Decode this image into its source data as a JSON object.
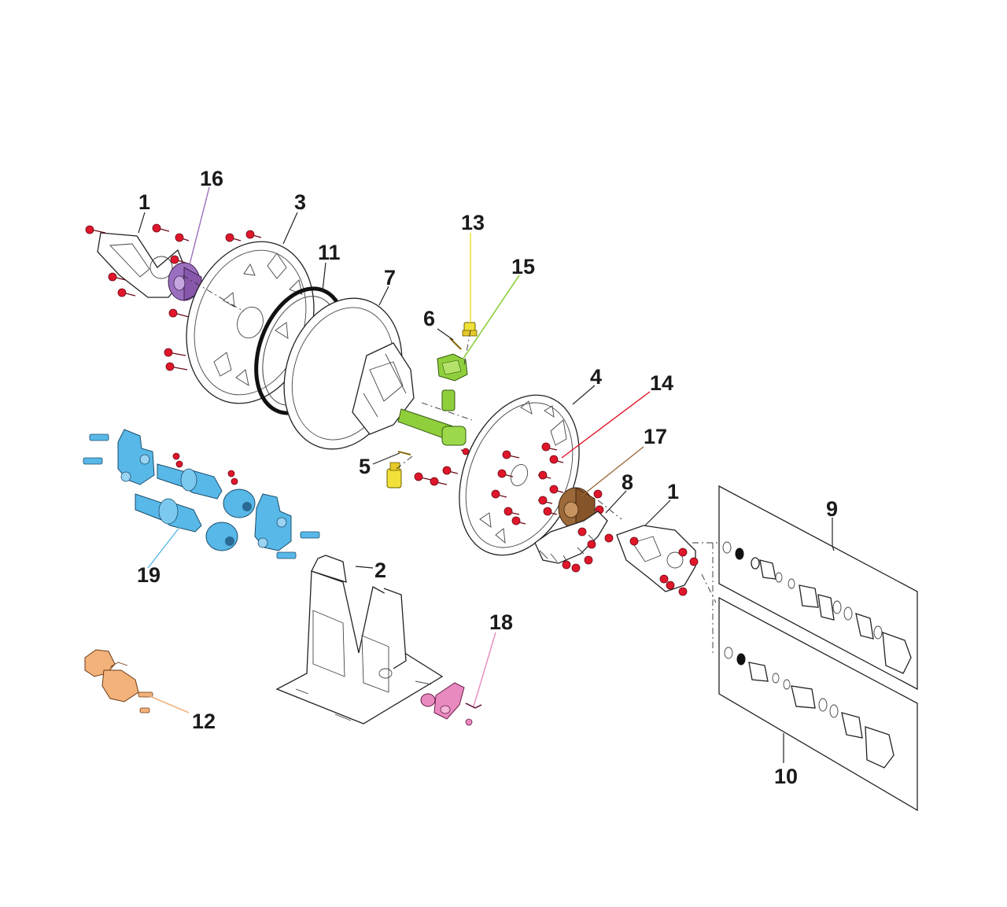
{
  "diagram": {
    "kind": "exploded parts view",
    "labels": [
      "1",
      "16",
      "3",
      "11",
      "7",
      "13",
      "15",
      "6",
      "4",
      "14",
      "17",
      "8",
      "1",
      "9",
      "5",
      "19",
      "2",
      "18",
      "12",
      "10"
    ],
    "colors": {
      "outline": "#222222",
      "fasteners": "#e0162b",
      "callout_16": "#9b6fbf",
      "callout_13": "#f2e13a",
      "callout_15": "#8fcf3c",
      "callout_14": "#e0162b",
      "callout_17": "#9c6a3a",
      "callout_19": "#58b8e8",
      "callout_18": "#e889c0",
      "callout_12": "#f2b27a"
    }
  }
}
